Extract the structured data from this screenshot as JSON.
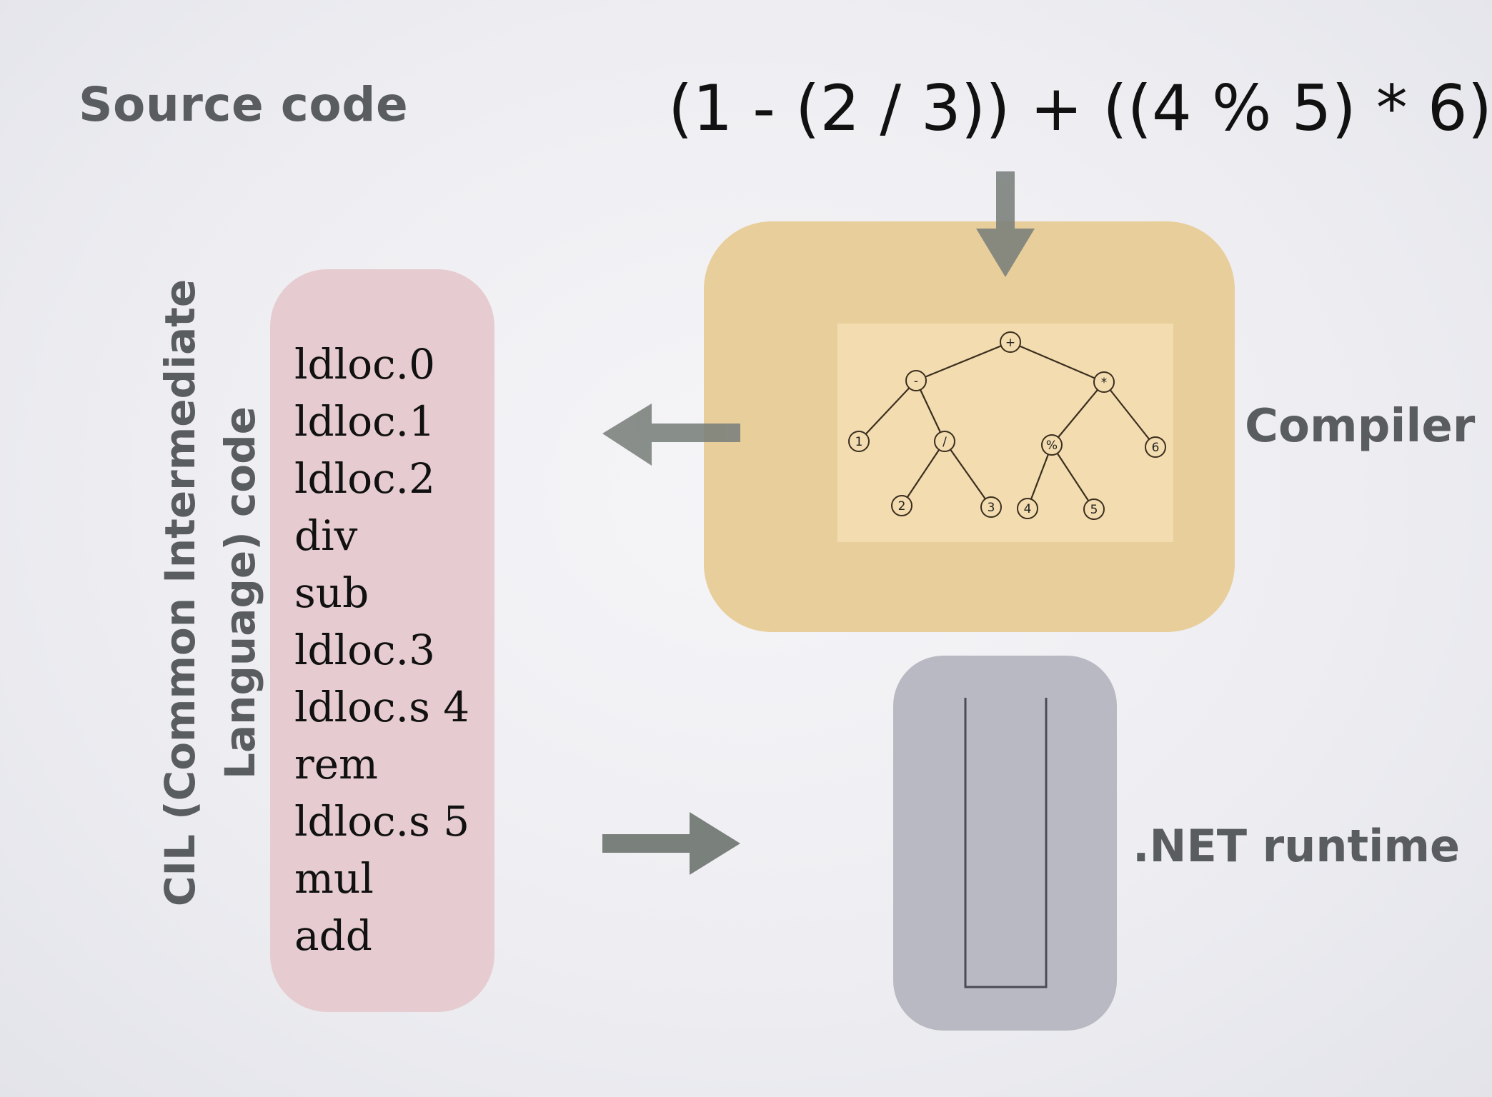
{
  "source": {
    "label": "Source code",
    "expression": "(1 - (2 / 3)) + ((4 % 5) * 6)"
  },
  "compiler": {
    "label": "Compiler",
    "tree_nodes": [
      "+",
      "-",
      "*",
      "1",
      "/",
      "%",
      "6",
      "2",
      "3",
      "4",
      "5"
    ]
  },
  "cil": {
    "label_line1": "CIL (Common Intermediate",
    "label_line2": "Language) code",
    "instructions": [
      "ldloc.0",
      "ldloc.1",
      "ldloc.2",
      "div",
      "sub",
      "ldloc.3",
      "ldloc.s 4",
      "rem",
      "ldloc.s 5",
      "mul",
      "add"
    ]
  },
  "runtime": {
    "label": ".NET runtime"
  },
  "colors": {
    "compiler_box": "#e8ce9b",
    "cil_box": "#e6ccd0",
    "runtime_box": "#b8b9c2",
    "arrow": "#7a807c",
    "label_text": "#5a5d60"
  }
}
